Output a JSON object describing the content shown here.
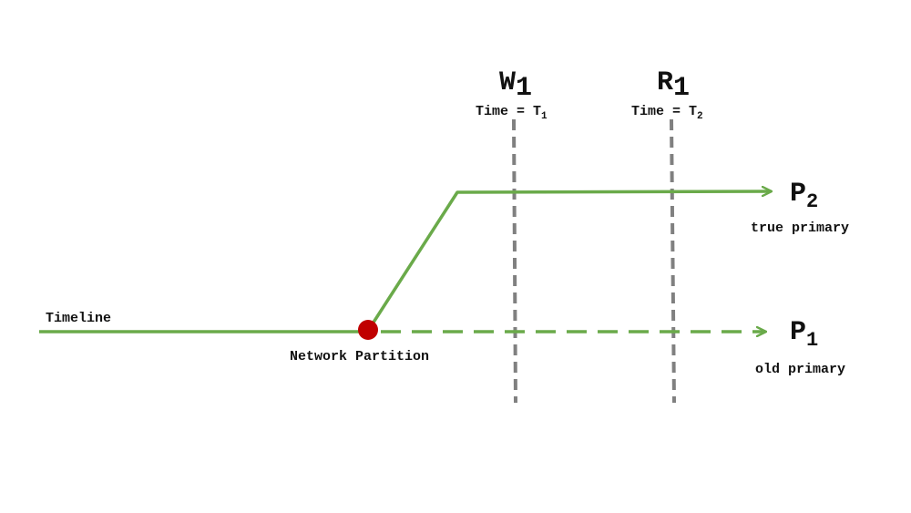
{
  "colors": {
    "line": "#6aaa4a",
    "marker": "#c00000",
    "divider": "#808080",
    "text": "#111111"
  },
  "timeline": {
    "label": "Timeline"
  },
  "partition": {
    "label": "Network Partition"
  },
  "nodes": {
    "p2": {
      "letter": "P",
      "subscript": "2",
      "caption": "true primary"
    },
    "p1": {
      "letter": "P",
      "subscript": "1",
      "caption": "old primary"
    }
  },
  "events": {
    "w1": {
      "letter": "W",
      "subscript": "1",
      "time_prefix": "Time = T",
      "time_subscript": "1"
    },
    "r1": {
      "letter": "R",
      "subscript": "1",
      "time_prefix": "Time = T",
      "time_subscript": "2"
    }
  }
}
